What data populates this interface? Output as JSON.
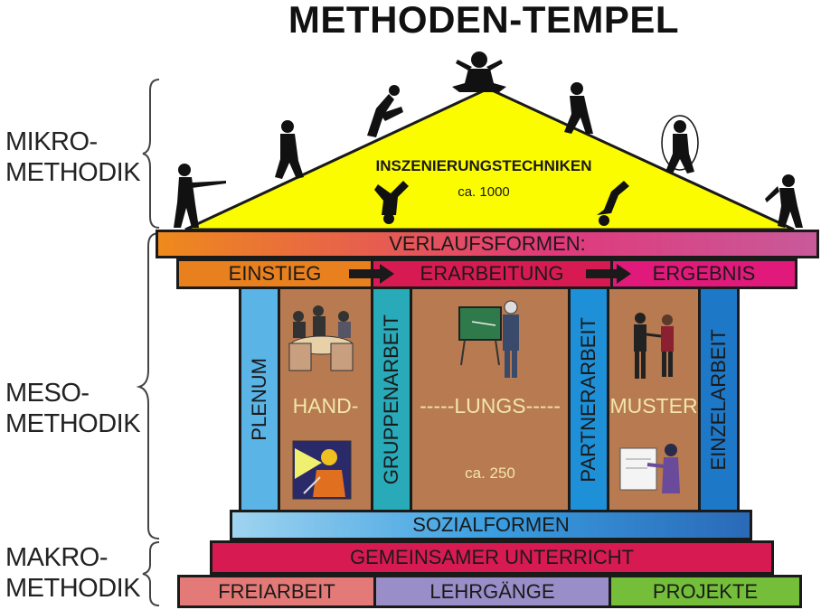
{
  "title": "METHODEN-TEMPEL",
  "side_labels": {
    "mikro_1": "MIKRO-",
    "mikro_2": "METHODIK",
    "meso_1": "MESO-",
    "meso_2": "METHODIK",
    "makro_1": "MAKRO-",
    "makro_2": "METHODIK"
  },
  "roof": {
    "label": "INSZENIERUNGSTECHNIKEN",
    "count": "ca. 1000"
  },
  "verlaufsformen": "VERLAUFSFORMEN:",
  "phases": [
    "EINSTIEG",
    "ERARBEITUNG",
    "ERGEBNIS"
  ],
  "columns": {
    "plenum": "PLENUM",
    "gruppenarbeit": "GRUPPENARBEIT",
    "partnerarbeit": "PARTNERARBEIT",
    "einzelarbeit": "EINZELARBEIT"
  },
  "hall": {
    "part1": "HAND-",
    "part2": "-----LUNGS-----",
    "part3": "MUSTER",
    "count": "ca. 250"
  },
  "sozialformen": "SOZIALFORMEN",
  "gemeinsamer": "GEMEINSAMER UNTERRICHT",
  "base": [
    "FREIARBEIT",
    "LEHRGÄNGE",
    "PROJEKTE"
  ],
  "colors": {
    "roof": "#fcfc00",
    "orange": "#e8801e",
    "crimson": "#d81a52",
    "magenta": "#e0197a",
    "light_blue": "#5ab4e6",
    "teal": "#29aab8",
    "blue": "#1e78c8",
    "brown": "#b87a50",
    "pink": "#e47a78",
    "lavender": "#9a8ec8",
    "green": "#74be3a"
  }
}
